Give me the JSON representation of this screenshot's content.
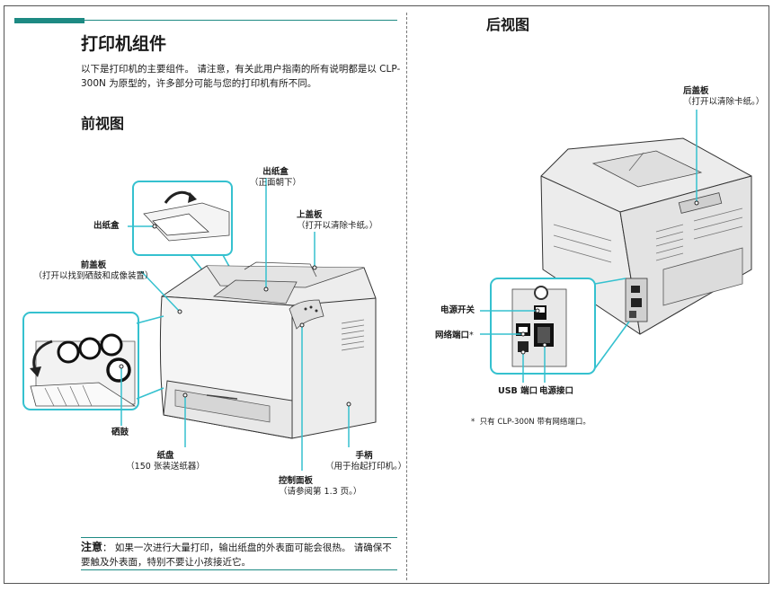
{
  "page": {
    "title": "打印机组件",
    "intro": "以下是打印机的主要组件。 请注意，有关此用户指南的所有说明都是以 CLP-300N 为原型的，许多部分可能与您的打印机有所不同。",
    "front_heading": "前视图",
    "rear_heading": "后视图"
  },
  "front_labels": {
    "output_tray": "出纸盒",
    "output_tray_sub": "（正面朝下）",
    "output_tray_left": "出纸盒",
    "top_cover": "上盖板",
    "top_cover_sub": "（打开以清除卡纸。）",
    "front_cover": "前盖板",
    "front_cover_sub": "（打开以找到硒鼓和成像装置）",
    "drum": "硒鼓",
    "paper_tray": "纸盘",
    "paper_tray_sub": "（150 张装送纸器）",
    "control_panel": "控制面板",
    "control_panel_sub": "（请参阅第 1.3 页。）",
    "handle": "手柄",
    "handle_sub": "（用于抬起打印机。）"
  },
  "rear_labels": {
    "rear_cover": "后盖板",
    "rear_cover_sub": "（打开以清除卡纸。）",
    "power_switch": "电源开关",
    "network_port": "网络端口",
    "network_port_mark": "*",
    "usb_port": "USB 端口",
    "power_socket": "电源接口",
    "footnote_mark": "*",
    "footnote": "只有 CLP-300N 带有网络端口。"
  },
  "note": {
    "label": "注意",
    "text": "：  如果一次进行大量打印，输出纸盘的外表面可能会很热。 请确保不要触及外表面，特别不要让小孩接近它。"
  },
  "colors": {
    "accent": "#1d8a83",
    "callout": "#35c1cf"
  }
}
